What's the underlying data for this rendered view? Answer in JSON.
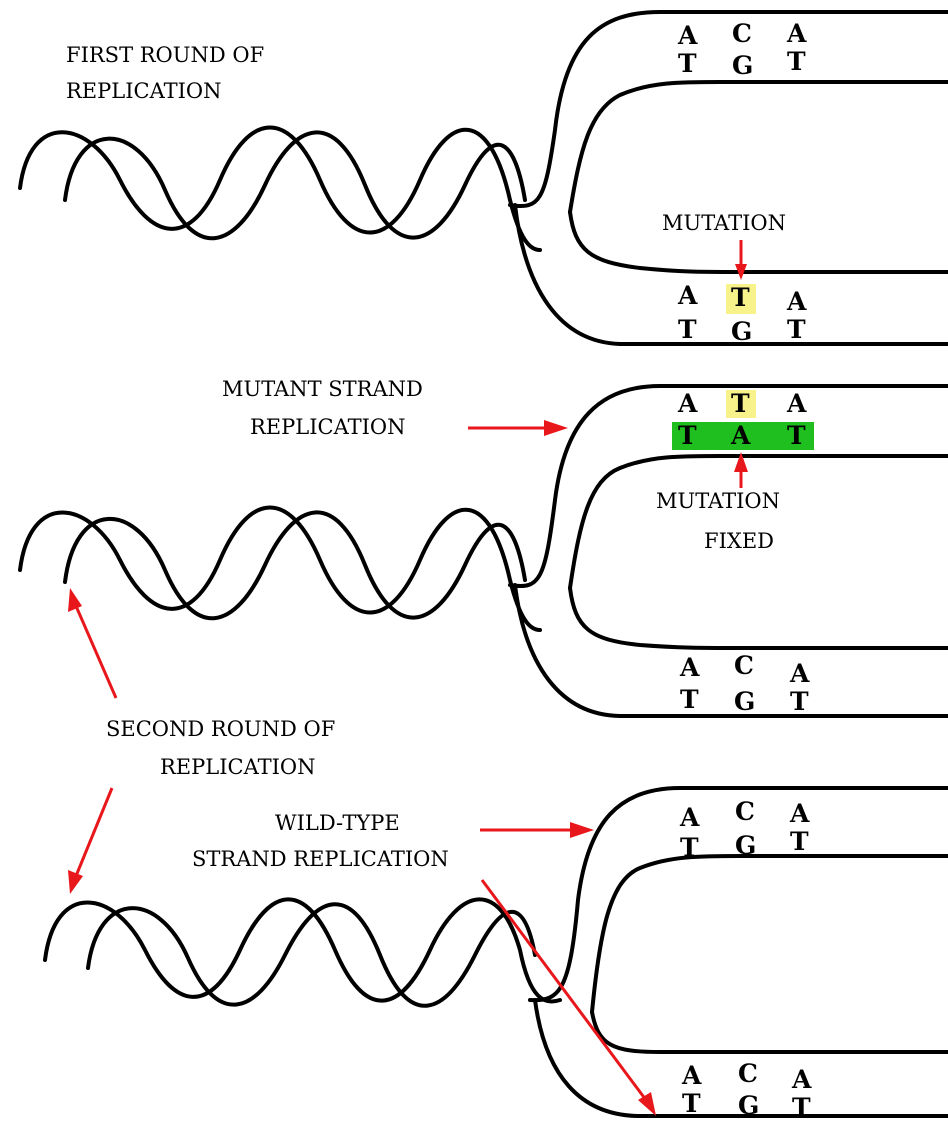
{
  "labels": {
    "first_round": [
      "FIRST ROUND OF",
      "REPLICATION"
    ],
    "mutation": "MUTATION",
    "mutant_strand": [
      "MUTANT STRAND",
      "REPLICATION"
    ],
    "mutation_fixed": [
      "MUTATION",
      "FIXED"
    ],
    "second_round": [
      "SECOND ROUND OF",
      "REPLICATION"
    ],
    "wild_type": [
      "WILD-TYPE",
      "STRAND REPLICATION"
    ]
  },
  "panels": [
    {
      "top_pairs": [
        [
          "A",
          "T"
        ],
        [
          "C",
          "G"
        ],
        [
          "A",
          "T"
        ]
      ],
      "bottom_pairs": [
        [
          "A",
          "T"
        ],
        [
          "T",
          "G"
        ],
        [
          "A",
          "T"
        ]
      ],
      "highlight_bottom": "T"
    },
    {
      "top_pairs": [
        [
          "A",
          "T"
        ],
        [
          "T",
          "A"
        ],
        [
          "A",
          "T"
        ]
      ],
      "bottom_pairs": [
        [
          "A",
          "T"
        ],
        [
          "C",
          "G"
        ],
        [
          "A",
          "T"
        ]
      ],
      "highlight_top": "T"
    },
    {
      "top_pairs": [
        [
          "A",
          "T"
        ],
        [
          "C",
          "G"
        ],
        [
          "A",
          "T"
        ]
      ],
      "bottom_pairs": [
        [
          "A",
          "T"
        ],
        [
          "C",
          "G"
        ],
        [
          "A",
          "T"
        ]
      ]
    }
  ],
  "colors": {
    "arrow": "#e8171b",
    "mutation_highlight": "#f7f28a",
    "fixed_highlight": "#1fbf1f",
    "strand": "#000000"
  }
}
